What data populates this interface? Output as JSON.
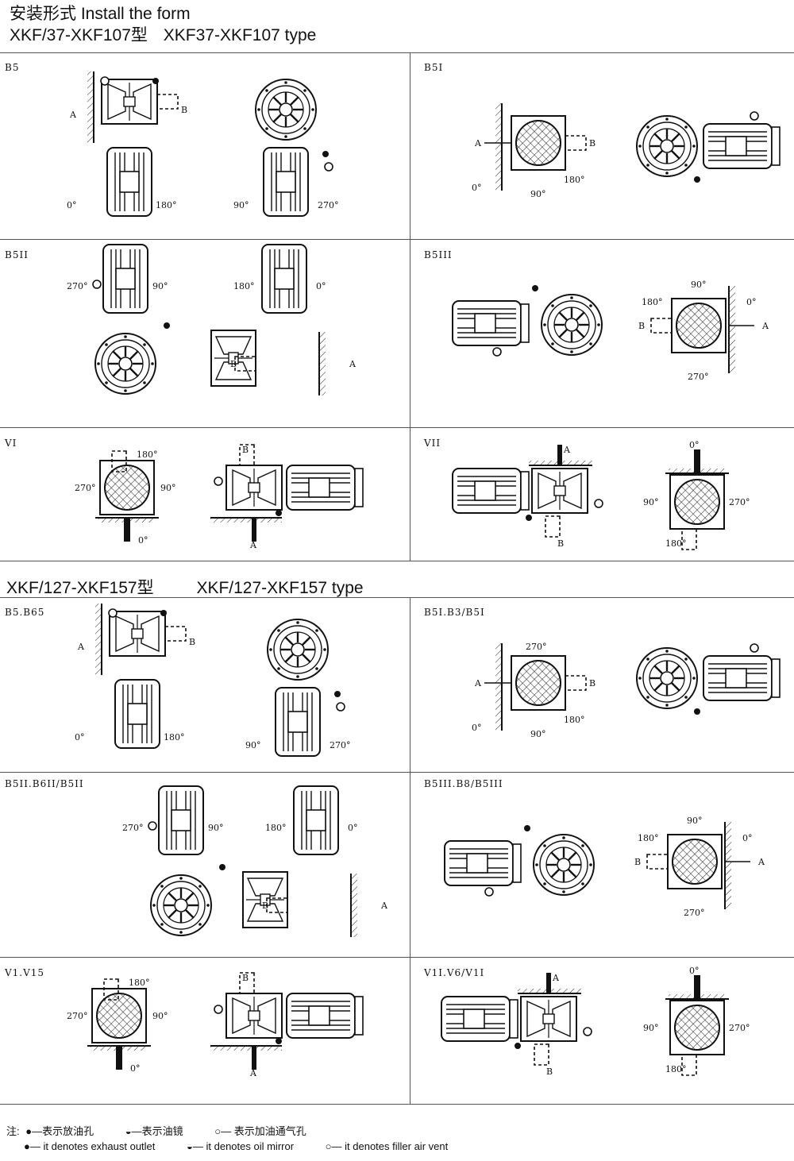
{
  "header": {
    "title_cn": "安装形式",
    "title_en": "Install the form",
    "series1_cn": "XKF/37-XKF107型",
    "series1_en": "XKF37-XKF107 type",
    "series2_cn": "XKF/127-XKF157型",
    "series2_en": "XKF/127-XKF157 type"
  },
  "panels": [
    {
      "label": "B5"
    },
    {
      "label": "B5I"
    },
    {
      "label": "B5II"
    },
    {
      "label": "B5III"
    },
    {
      "label": "VI"
    },
    {
      "label": "VII"
    },
    {
      "label": "B5.B65"
    },
    {
      "label": "B5I.B3/B5I"
    },
    {
      "label": "B5II.B6II/B5II"
    },
    {
      "label": "B5III.B8/B5III"
    },
    {
      "label": "V1.V15"
    },
    {
      "label": "V1I.V6/V1I"
    }
  ],
  "marks": {
    "a": "A",
    "b": "B",
    "d0": "0°",
    "d90": "90°",
    "d180": "180°",
    "d270": "270°"
  },
  "legend": {
    "note": "注:",
    "cn1": "—表示放油孔",
    "cn2": "—表示油镜",
    "cn3": "— 表示加油通气孔",
    "en1": "— it denotes exhaust outlet",
    "en2": "— it denotes oil mirror",
    "en3": "— it denotes filler air vent"
  }
}
